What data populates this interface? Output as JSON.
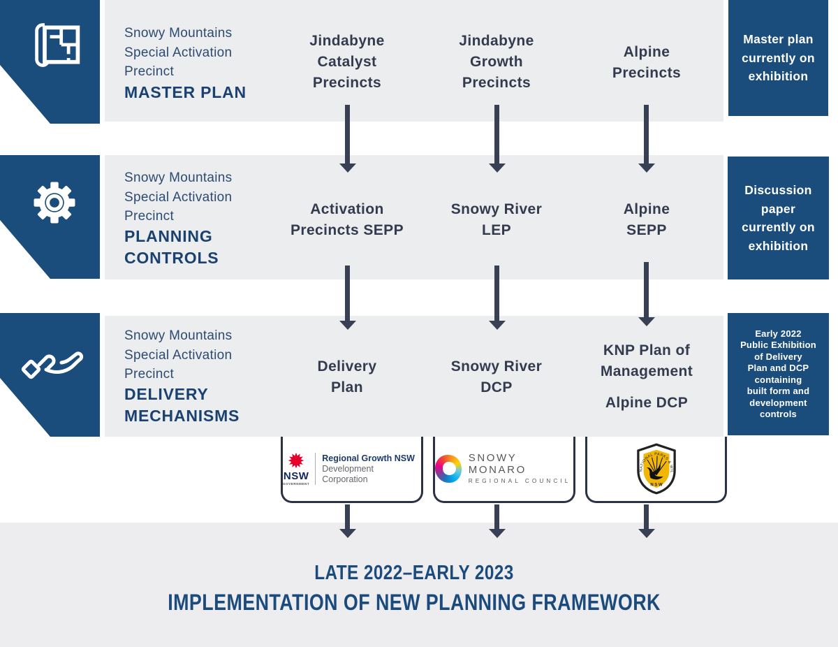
{
  "rows": [
    {
      "intro": "Snowy Mountains\nSpecial Activation\nPrecinct",
      "title": "MASTER PLAN",
      "icon": "blueprint-icon",
      "items": [
        "Jindabyne\nCatalyst\nPrecincts",
        "Jindabyne\nGrowth\nPrecincts",
        "Alpine\nPrecincts"
      ],
      "note": "Master plan\ncurrently on\nexhibition"
    },
    {
      "intro": "Snowy Mountains\nSpecial Activation\nPrecinct",
      "title": "PLANNING\nCONTROLS",
      "icon": "gear-icon",
      "items": [
        "Activation\nPrecincts SEPP",
        "Snowy River\nLEP",
        "Alpine\nSEPP"
      ],
      "note": "Discussion\npaper\ncurrently on\nexhibition"
    },
    {
      "intro": "Snowy Mountains\nSpecial Activation\nPrecinct",
      "title": "DELIVERY\nMECHANISMS",
      "icon": "hand-holding-icon",
      "items": [
        "Delivery\nPlan",
        "Snowy River\nDCP",
        "KNP Plan of\nManagement",
        "Alpine DCP"
      ],
      "note": "Early 2022\nPublic Exhibition\nof Delivery\nPlan and DCP\ncontaining\nbuilt form and\ndevelopment\ncontrols"
    }
  ],
  "logos": {
    "rgdc": {
      "org": "NSW",
      "gov": "GOVERNMENT",
      "line1": "Regional Growth NSW",
      "line2": "Development Corporation"
    },
    "smrc": {
      "line1": "SNOWY MONARO",
      "line2": "REGIONAL COUNCIL"
    },
    "npws": {
      "badge_arc": "NATIONAL PARKS & WILDLIFE SERVICE",
      "badge_bottom": "N S W"
    }
  },
  "footer": {
    "line1": "LATE 2022–EARLY 2023",
    "line2": "IMPLEMENTATION OF NEW PLANNING FRAMEWORK"
  },
  "colors": {
    "navy_panel": "#1b4d7c",
    "heading_navy": "#1a4170",
    "slate_text": "#353b4f",
    "arrow": "#3a4053",
    "band_gray": "#ebedee",
    "footer_gray": "#ededef",
    "nsw_red": "#e4002b",
    "badge_yellow": "#f2b705"
  }
}
